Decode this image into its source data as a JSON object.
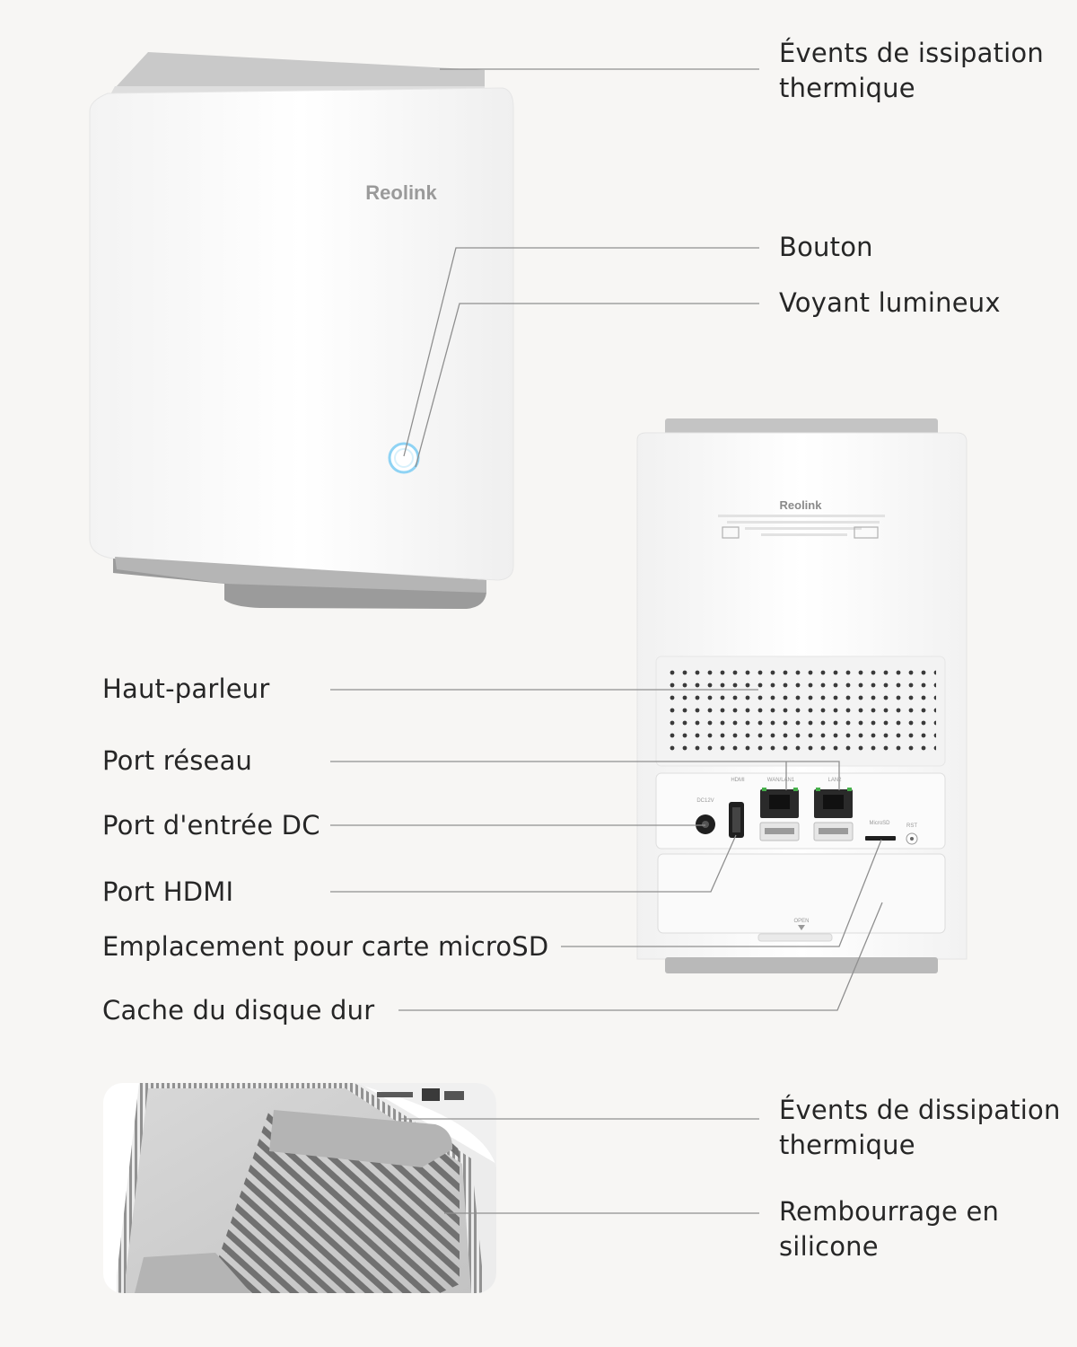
{
  "brand": "Reolink",
  "labels": {
    "top_vents": "Évents de issipation thermique",
    "button": "Bouton",
    "led": "Voyant lumineux",
    "speaker": "Haut-parleur",
    "network_port": "Port réseau",
    "dc_port": "Port d'entrée DC",
    "hdmi_port": "Port HDMI",
    "microsd_slot": "Emplacement pour carte microSD",
    "hdd_cover": "Cache du disque dur",
    "bottom_vents": "Évents de dissipation thermique",
    "silicone_pad": "Rembourrage en silicone"
  },
  "port_labels": {
    "dc": "DC12V",
    "hdmi": "HDMI",
    "wan": "WAN/LAN1",
    "lan": "LAN2",
    "microsd": "MicroSD",
    "rst": "RST",
    "open": "OPEN"
  },
  "colors": {
    "background": "#f7f6f4",
    "device_white": "#ffffff",
    "device_grey": "#bdbdbd",
    "led_blue": "#8fd3f4",
    "leader_line": "#8f8f8f"
  }
}
